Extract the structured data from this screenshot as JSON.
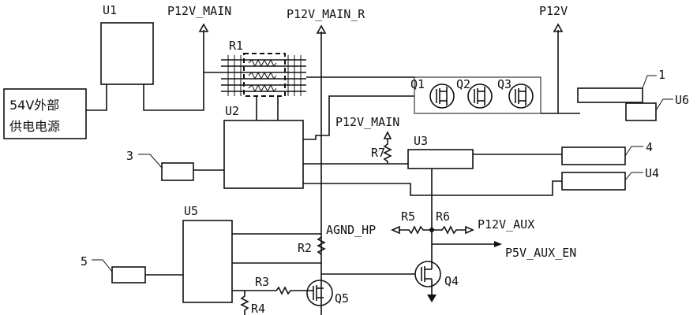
{
  "components": {
    "u1": "U1",
    "u2": "U2",
    "u3": "U3",
    "u4": "U4",
    "u5": "U5",
    "u6": "U6",
    "r1": "R1",
    "r2": "R2",
    "r3": "R3",
    "r4": "R4",
    "r5": "R5",
    "r6": "R6",
    "r7": "R7",
    "q1": "Q1",
    "q2": "Q2",
    "q3": "Q3",
    "q4": "Q4",
    "q5": "Q5"
  },
  "callouts": {
    "c1": "1",
    "c3": "3",
    "c4": "4",
    "c5": "5"
  },
  "nets": {
    "p12v_main_top": "P12V_MAIN",
    "p12v_main_r": "P12V_MAIN_R",
    "p12v": "P12V",
    "p12v_main_mid": "P12V_MAIN",
    "agnd_hp": "AGND_HP",
    "p12v_aux": "P12V_AUX",
    "p5v_aux_en": "P5V_AUX_EN"
  },
  "supply": {
    "line1": "54V外部",
    "line2": "供电电源"
  }
}
